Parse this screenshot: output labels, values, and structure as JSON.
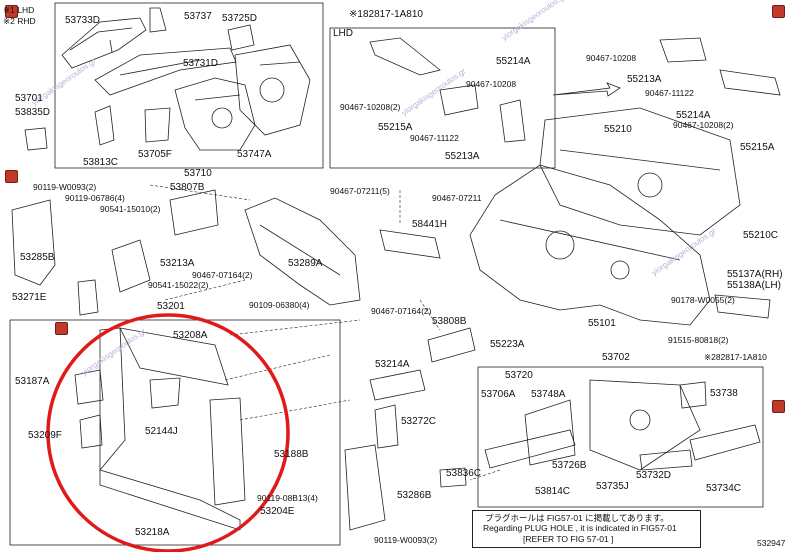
{
  "legend": {
    "lhd": "※1 LHD",
    "rhd": "※2 RHD"
  },
  "lhd_tag": "LHD",
  "watermark": "yiorgakisgeoroulos.gr",
  "code": "532947",
  "note": {
    "line1": "プラグホールは FIG57-01 に掲載してあります。",
    "line2": "Regarding PLUG HOLE , it is indicated in FIG57-01",
    "line3": "[REFER TO FIG 57-01 ]"
  },
  "labels": {
    "p53733D": "53733D",
    "p53737": "53737",
    "p53725D": "53725D",
    "p182817": "※182817-1A810",
    "p53731D": "53731D",
    "p53701": "53701",
    "p53835D": "53835D",
    "p53813C": "53813C",
    "p53705F": "53705F",
    "p53710": "53710",
    "p53747A": "53747A",
    "p55214A_a": "55214A",
    "p90467_a": "90467-10208(2)",
    "p90467_b": "90467-10208",
    "p55215A_a": "55215A",
    "p90467_c": "90467-11122",
    "p55213A_a": "55213A",
    "p90467_d": "90467-10208",
    "p55213A_b": "55213A",
    "p90467_e": "90467-11122",
    "p55214A_b": "55214A",
    "p90467_f": "90467-10208(2)",
    "p55215A_b": "55215A",
    "p55210": "55210",
    "p90119_a": "90119-W0093(2)",
    "p90119_b": "90119-06786(4)",
    "p53807B": "53807B",
    "p90541_a": "90541-15010(2)",
    "p53285B": "53285B",
    "p53213A": "53213A",
    "p90467_g": "90467-07164(2)",
    "p90541_b": "90541-15022(2)",
    "p53271E": "53271E",
    "p53201": "53201",
    "p90109": "90109-06380(4)",
    "p53289A": "53289A",
    "p90467_h": "90467-07211(5)",
    "p90467_i": "90467-07211",
    "p58441H": "58441H",
    "p55210C": "55210C",
    "p55137A": "55137A(RH)",
    "p55138A": "55138A(LH)",
    "p90178": "90178-W0055(2)",
    "p90467_j": "90467-07164(2)",
    "p53808B": "53808B",
    "p55101": "55101",
    "p55223A": "55223A",
    "p91515": "91515-80818(2)",
    "p282817": "※282817-1A810",
    "p53208A": "53208A",
    "p53187A": "53187A",
    "p53702": "53702",
    "p53214A": "53214A",
    "p53720": "53720",
    "p53706A": "53706A",
    "p53748A": "53748A",
    "p53738": "53738",
    "p52144J": "52144J",
    "p53209F": "53209F",
    "p53272C": "53272C",
    "p53188B": "53188B",
    "p53726B": "53726B",
    "p53836C": "53836C",
    "p53732D": "53732D",
    "p53814C": "53814C",
    "p53735J": "53735J",
    "p53734C": "53734C",
    "p90119_c": "90119-08B13(4)",
    "p53204E": "53204E",
    "p53286B": "53286B",
    "p53218A": "53218A",
    "p90119_d": "90119-W0093(2)"
  },
  "colors": {
    "highlight": "#e01a1a",
    "line": "#222222",
    "watermark_badge": "#c0392b"
  }
}
